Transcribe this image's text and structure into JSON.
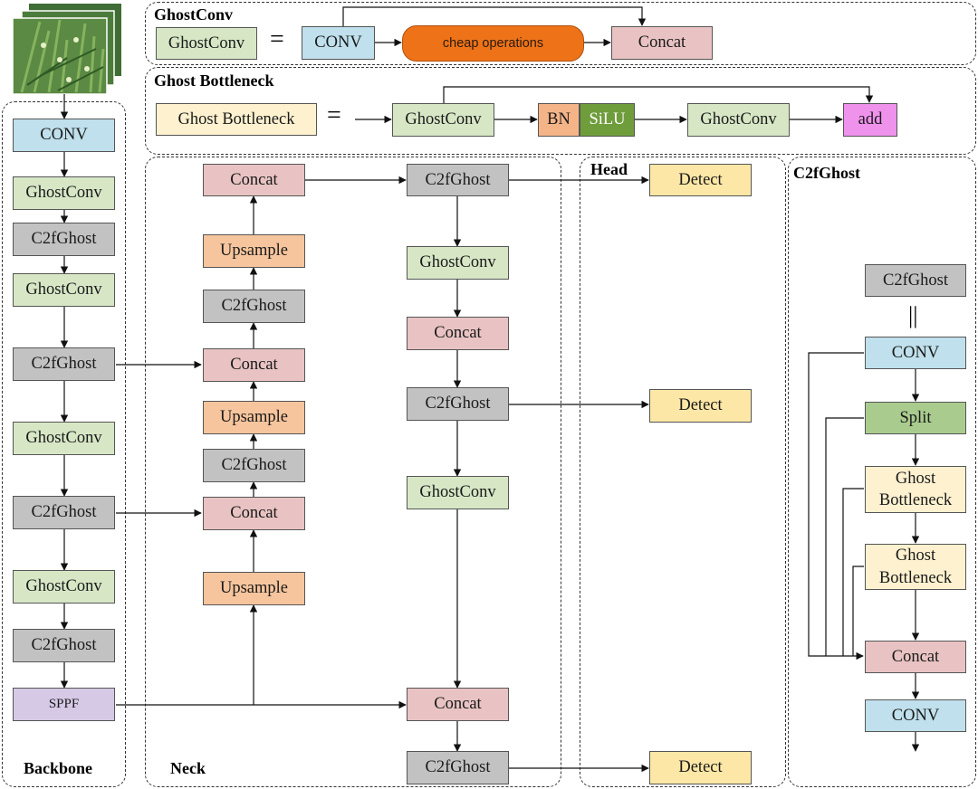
{
  "sections": {
    "ghostconv_title": "GhostConv",
    "ghost_bottleneck_title": "Ghost Bottleneck",
    "head_title": "Head",
    "c2fghost_title": "C2fGhost",
    "backbone_title": "Backbone",
    "neck_title": "Neck"
  },
  "ghostconv_def": {
    "lhs": "GhostConv",
    "equals": "=",
    "conv": "CONV",
    "cheap": "cheap operations",
    "concat": "Concat"
  },
  "bottleneck_def": {
    "lhs": "Ghost Bottleneck",
    "equals": "=",
    "ghostconv1": "GhostConv",
    "bn": "BN",
    "silu": "SiLU",
    "ghostconv2": "GhostConv",
    "add": "add"
  },
  "backbone": [
    "CONV",
    "GhostConv",
    "C2fGhost",
    "GhostConv",
    "C2fGhost",
    "GhostConv",
    "C2fGhost",
    "GhostConv",
    "C2fGhost",
    "SPPF"
  ],
  "neck_up": [
    "Concat",
    "Upsample",
    "C2fGhost",
    "Concat",
    "Upsample",
    "C2fGhost",
    "Concat",
    "Upsample"
  ],
  "neck_down": [
    "C2fGhost",
    "GhostConv",
    "Concat",
    "C2fGhost",
    "GhostConv",
    "Concat",
    "C2fGhost"
  ],
  "head": [
    "Detect",
    "Detect",
    "Detect"
  ],
  "c2fghost_def": {
    "lhs": "C2fGhost",
    "equals": "||",
    "conv1": "CONV",
    "split": "Split",
    "gb1": "Ghost\nBottleneck",
    "gb2": "Ghost\nBottleneck",
    "concat": "Concat",
    "conv2": "CONV"
  }
}
